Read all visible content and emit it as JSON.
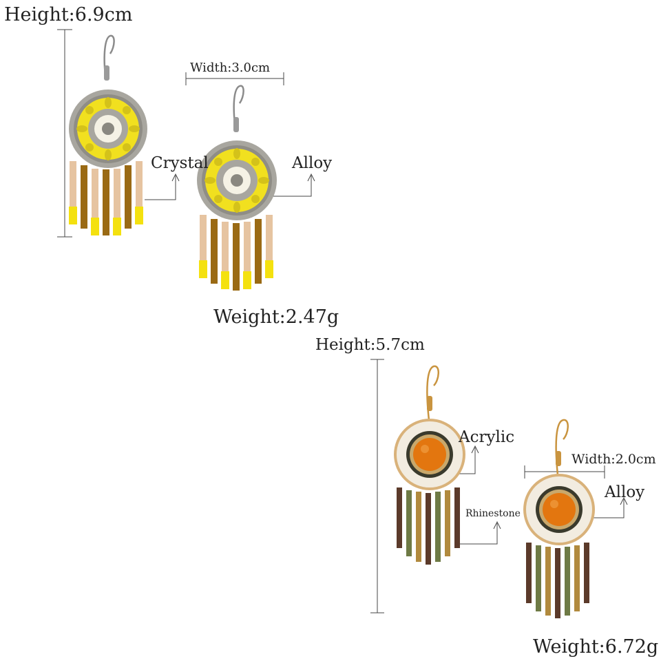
{
  "product_1": {
    "height_label": "Height:6.9cm",
    "width_label": "Width:3.0cm",
    "weight_label": "Weight:2.47g",
    "material_labels": [
      "Crystal",
      "Alloy"
    ],
    "colors": {
      "enamel": "#f2e21c",
      "metal": "#a7a59e",
      "bead_gold": "#9a6a14",
      "bead_yellow": "#f5e20f",
      "bead_peach": "#e8c3a0"
    }
  },
  "product_2": {
    "height_label": "Height:5.7cm",
    "width_label": "Width:2.0cm",
    "weight_label": "Weight:6.72g",
    "material_labels": [
      "Acrylic",
      "Rhinestone",
      "Alloy"
    ],
    "colors": {
      "stone": "#e3760f",
      "rim": "#f2ece0",
      "gold": "#d4a552",
      "bead_green": "#6e7a45",
      "bead_brown": "#5b3a2a"
    }
  }
}
